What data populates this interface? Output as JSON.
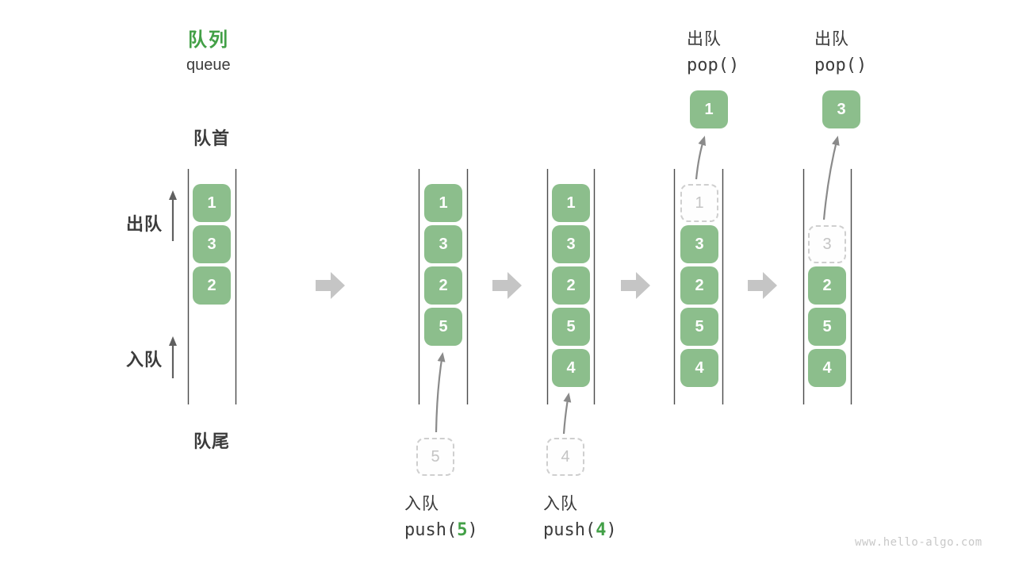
{
  "title": {
    "zh": "队列",
    "en": "queue"
  },
  "side_labels": {
    "front": "队首",
    "rear": "队尾",
    "dequeue": "出队",
    "enqueue": "入队"
  },
  "ops": {
    "push5": {
      "label": "入队",
      "fn_prefix": "push(",
      "arg": "5",
      "fn_suffix": ")"
    },
    "push4": {
      "label": "入队",
      "fn_prefix": "push(",
      "arg": "4",
      "fn_suffix": ")"
    },
    "pop1": {
      "label": "出队",
      "fn": "pop()"
    },
    "pop2": {
      "label": "出队",
      "fn": "pop()"
    }
  },
  "states": [
    {
      "cells": [
        "1",
        "3",
        "2"
      ]
    },
    {
      "cells": [
        "1",
        "3",
        "2",
        "5"
      ],
      "pending": "5"
    },
    {
      "cells": [
        "1",
        "3",
        "2",
        "5",
        "4"
      ],
      "pending": "4"
    },
    {
      "removed": "1",
      "cells": [
        "3",
        "2",
        "5",
        "4"
      ],
      "popped": "1"
    },
    {
      "removed": "3",
      "cells": [
        "2",
        "5",
        "4"
      ],
      "popped": "3"
    }
  ],
  "watermark": "www.hello-algo.com",
  "colors": {
    "box_green": "#8cbe8c",
    "accent_green": "#43a047",
    "text_dark": "#3b3b3b",
    "arrow_gray": "#c5c5c5",
    "line_dark": "#4a4a4a",
    "thin_arrow_gray": "#8a8a8a",
    "side_arrow_gray": "#606060",
    "dashed_border": "#cfcfcf",
    "dashed_text": "#c4c4c4",
    "watermark_gray": "#c8c8c8"
  }
}
